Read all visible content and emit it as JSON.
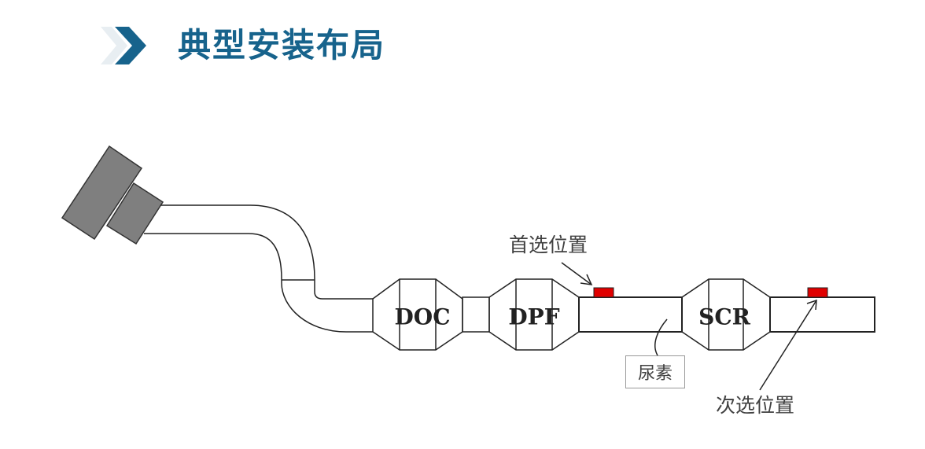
{
  "page": {
    "title": "典型安装布局"
  },
  "units": [
    {
      "key": "doc",
      "label": "DOC"
    },
    {
      "key": "dpf",
      "label": "DPF"
    },
    {
      "key": "scr",
      "label": "SCR"
    }
  ],
  "annotations": {
    "primary_position": "首选位置",
    "secondary_position": "次选位置",
    "urea": "尿素"
  },
  "colors": {
    "title": "#17638c",
    "sensor": "#e00000",
    "engine": "#7f7f7f"
  }
}
